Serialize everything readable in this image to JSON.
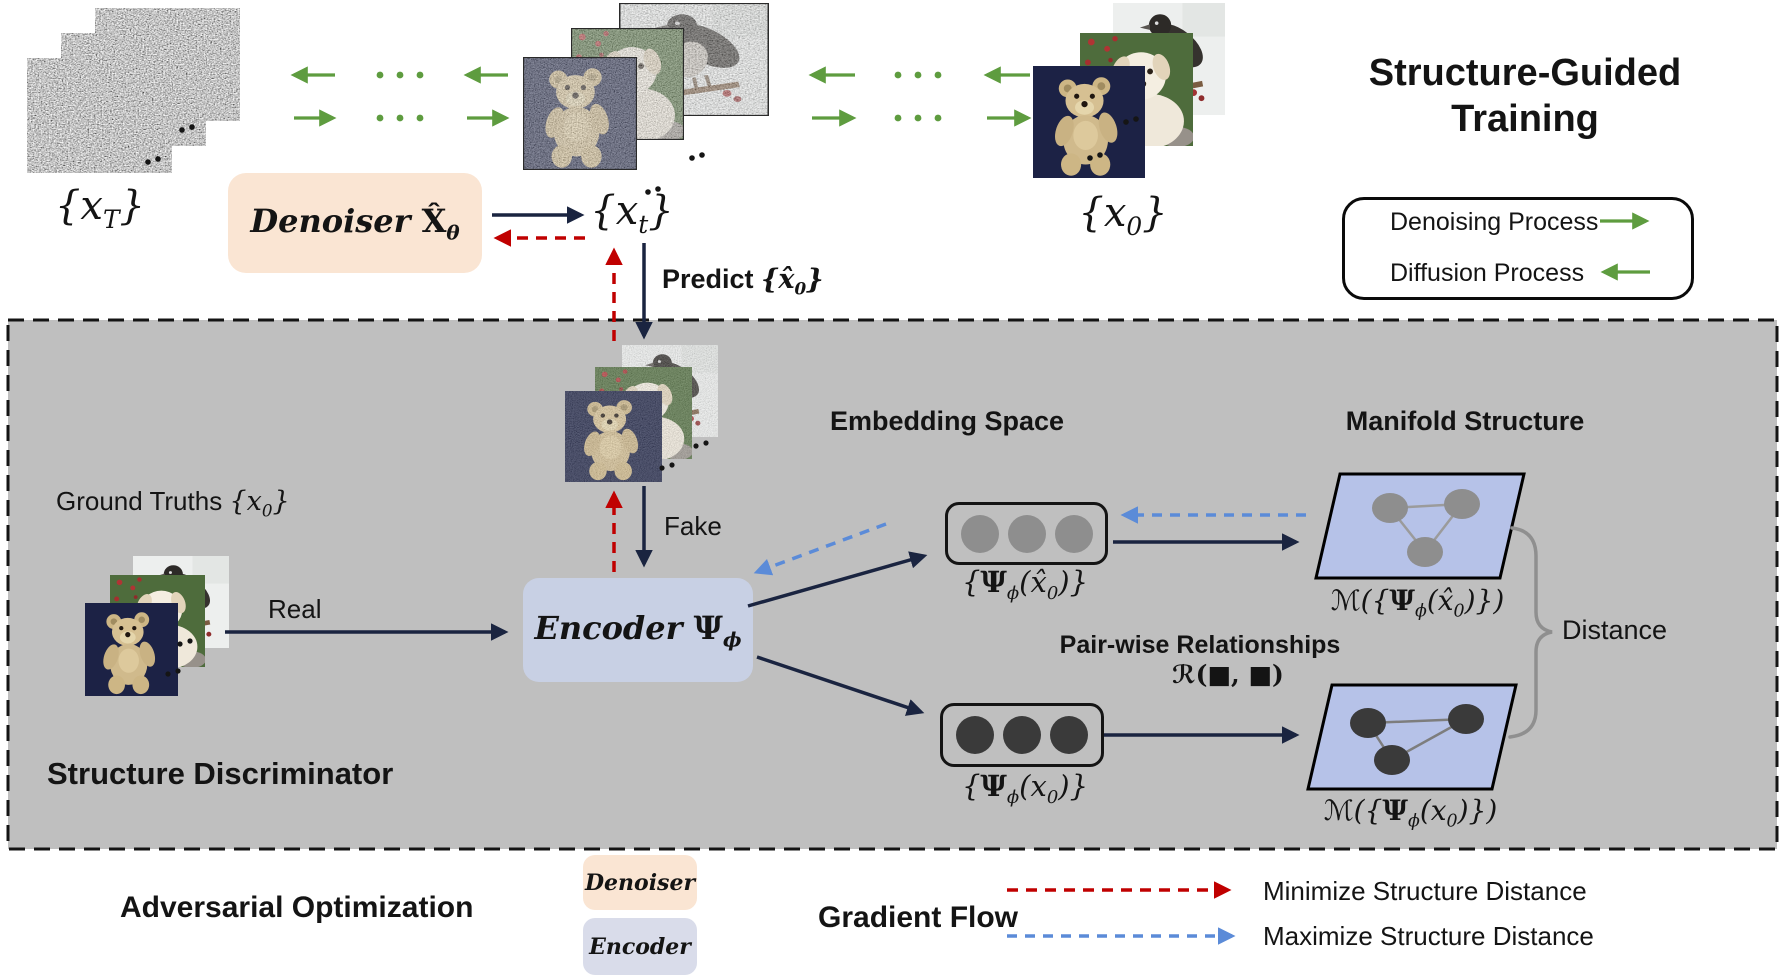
{
  "colors": {
    "panel_gray": "#bfbfbf",
    "denoiser_peach": "#fae5d3",
    "encoder_lavender": "#c8d0e4",
    "encoder_chip_lavender": "#d9dcea",
    "manifold_blue": "#b6c2e8",
    "arrow_navy": "#1a2440",
    "arrow_red": "#c00000",
    "arrow_blue": "#5b8bd8",
    "arrow_green": "#5e9c3f",
    "node_gray": "#8e8e8e",
    "node_dark": "#3a3a3a"
  },
  "top": {
    "title_line1": "Structure-Guided",
    "title_line2": "Training",
    "predict_word": "Predict ",
    "legend": {
      "denoising_label": "Denoising Process",
      "diffusion_label": "Diffusion Process"
    }
  },
  "formulas": {
    "xT": [
      {
        "t": "{x"
      },
      {
        "s": "T"
      },
      {
        "t": "}"
      }
    ],
    "xt": [
      {
        "t": "{x"
      },
      {
        "s": "t"
      },
      {
        "t": "}"
      }
    ],
    "x0": [
      {
        "t": "{x"
      },
      {
        "s": "0"
      },
      {
        "t": "}"
      }
    ],
    "x0hat": [
      {
        "t": "{x̂"
      },
      {
        "s": "0"
      },
      {
        "t": "}"
      }
    ],
    "denoiser_name": [
      {
        "t": "Denoiser"
      },
      {
        "t": " X̂"
      },
      {
        "s": "θ"
      }
    ],
    "encoder_name": [
      {
        "t": "Encoder"
      },
      {
        "t": " Ψ"
      },
      {
        "s": "ϕ"
      }
    ],
    "emb_fake": [
      {
        "t": "{"
      },
      {
        "t": "Ψ"
      },
      {
        "s": "ϕ"
      },
      {
        "t": "(x̂"
      },
      {
        "s": "0"
      },
      {
        "t": ")}"
      }
    ],
    "emb_real": [
      {
        "t": "{"
      },
      {
        "t": "Ψ"
      },
      {
        "s": "ϕ"
      },
      {
        "t": "(x"
      },
      {
        "s": "0"
      },
      {
        "t": ")}"
      }
    ],
    "man_fake": [
      {
        "t": "ℳ({"
      },
      {
        "t": "Ψ"
      },
      {
        "s": "ϕ"
      },
      {
        "t": "(x̂"
      },
      {
        "s": "0"
      },
      {
        "t": ")})"
      }
    ],
    "man_real": [
      {
        "t": "ℳ({"
      },
      {
        "t": "Ψ"
      },
      {
        "s": "ϕ"
      },
      {
        "t": "(x"
      },
      {
        "s": "0"
      },
      {
        "t": ")})"
      }
    ]
  },
  "discriminator": {
    "box_title": "Structure Discriminator",
    "ground_truths_word": "Ground Truths ",
    "real_label": "Real",
    "fake_label": "Fake",
    "embedding_title": "Embedding Space",
    "manifold_title": "Manifold Structure",
    "pairwise_line1": "Pair-wise Relationships",
    "pairwise_line2": "ℛ(■, ■)",
    "distance_label": "Distance"
  },
  "bottom": {
    "adversarial_label": "Adversarial Optimization",
    "denoiser_chip": "Denoiser",
    "encoder_chip": "Encoder",
    "gradient_flow_label": "Gradient Flow",
    "minimize_label": "Minimize Structure Distance",
    "maximize_label": "Maximize Structure Distance"
  }
}
